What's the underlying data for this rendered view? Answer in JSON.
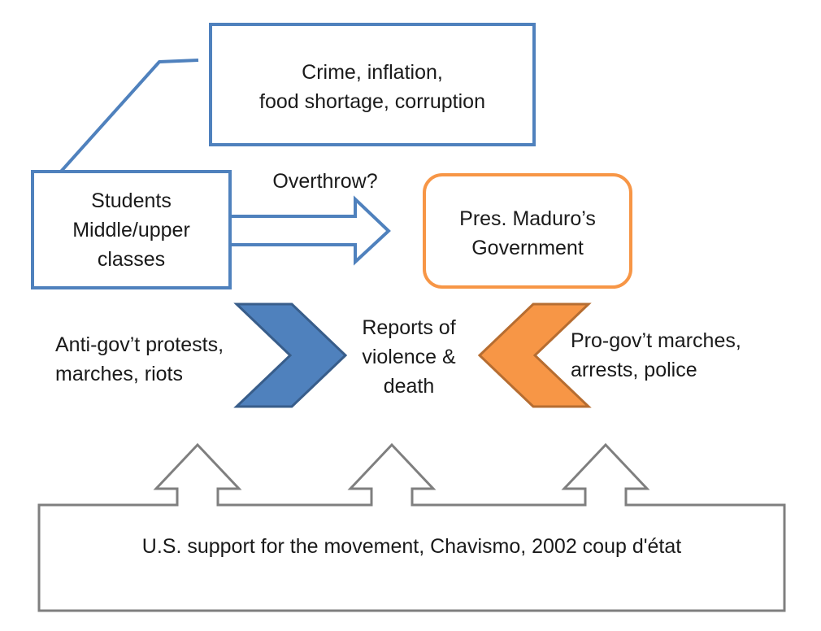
{
  "colors": {
    "blue_outline": "#4f81bd",
    "blue_fill": "#4f81bd",
    "blue_dark": "#385d8a",
    "orange_outline": "#f79646",
    "orange_fill": "#f79646",
    "orange_dark": "#b66d31",
    "gray_outline": "#7f7f7f",
    "text": "#1a1a1a"
  },
  "issues_box": {
    "line1": "Crime, inflation,",
    "line2": "food shortage, corruption"
  },
  "students_box": {
    "line1": "Students",
    "line2": "Middle/upper",
    "line3": "classes"
  },
  "overthrow_arrow": {
    "label": "Overthrow?"
  },
  "government_box": {
    "line1": "Pres. Maduro’s",
    "line2": "Government"
  },
  "anti_gov": {
    "line1": "Anti-gov’t protests,",
    "line2": "marches, riots"
  },
  "center_reports": {
    "line1": "Reports of",
    "line2": "violence &",
    "line3": "death"
  },
  "pro_gov": {
    "line1": "Pro-gov’t marches,",
    "line2": "arrests, police"
  },
  "background_box": {
    "text": "U.S. support for the movement, Chavismo, 2002 coup d'état"
  },
  "icons": [
    "blue-chevron-right-icon",
    "orange-chevron-left-icon",
    "block-arrow-right-icon",
    "up-arrow-icon"
  ]
}
